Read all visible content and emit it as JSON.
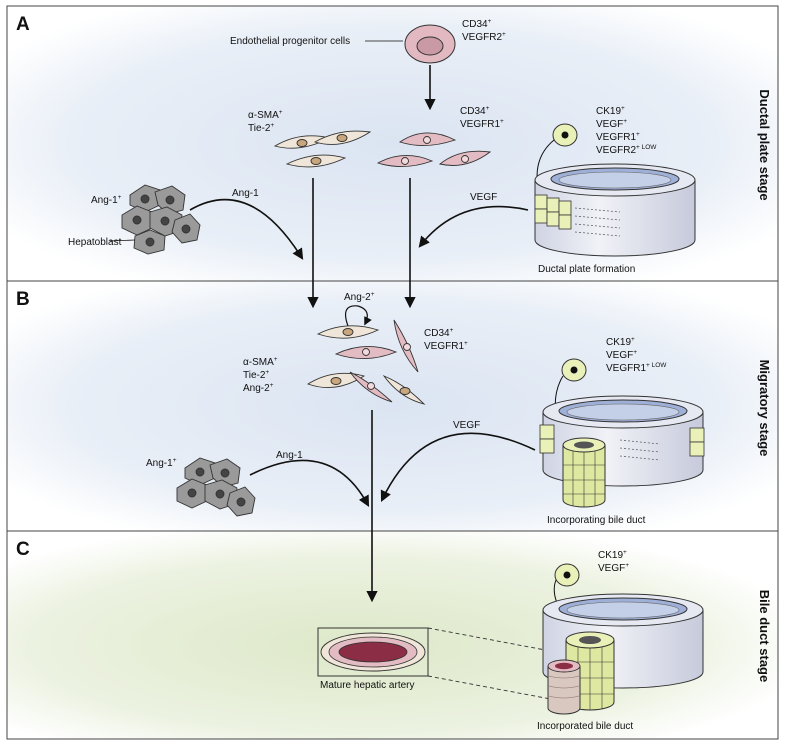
{
  "panels": {
    "a": {
      "letter": "A",
      "stage": "Ductal plate stage",
      "endothelial_progenitor": "Endothelial progenitor cells",
      "epc_marker1": "CD34",
      "epc_marker2": "VEGFR2",
      "sma_marker": "α-SMA",
      "tie2_marker": "Tie-2",
      "cd34_marker": "CD34",
      "vegfr1_marker": "VEGFR1",
      "ck19_marker": "CK19",
      "vegf_marker": "VEGF",
      "ck_vegfr1": "VEGFR1",
      "ck_vegfr2": "VEGFR2",
      "low": "LOW",
      "ang1_marker": "Ang-1",
      "hepatoblast": "Hepatoblast",
      "ang1_label": "Ang-1",
      "vegf_label": "VEGF",
      "ductal_plate_formation": "Ductal plate formation"
    },
    "b": {
      "letter": "B",
      "stage": "Migratory stage",
      "ang2_top": "Ang-2",
      "cd34_marker": "CD34",
      "vegfr1_marker": "VEGFR1",
      "sma_marker": "α-SMA",
      "tie2_marker": "Tie-2",
      "ang2_marker": "Ang-2",
      "ck19_marker": "CK19",
      "vegf_marker": "VEGF",
      "ck_vegfr1": "VEGFR1",
      "low": "+ LOW",
      "vegf_label": "VEGF",
      "ang1_marker": "Ang-1",
      "ang1_label": "Ang-1",
      "incorporating": "Incorporating bile duct"
    },
    "c": {
      "letter": "C",
      "stage": "Bile duct stage",
      "ck19_marker": "CK19",
      "vegf_marker": "VEGF",
      "mature_artery": "Mature hepatic artery",
      "incorporated": "Incorporated bile duct"
    }
  },
  "plus": "+",
  "colors": {
    "panel_bg_ab": "#dfe8f3",
    "panel_bg_c": "#e3ecd3",
    "epc_cell": "#e3bcc3",
    "pericyte_cell": "#efe6d9",
    "hepatoblast": "#9a9a9a",
    "cholangiocyte": "#eaf1b8",
    "artery_lumen": "#8b2d45",
    "cylinder_top": "#9fb0d8"
  }
}
